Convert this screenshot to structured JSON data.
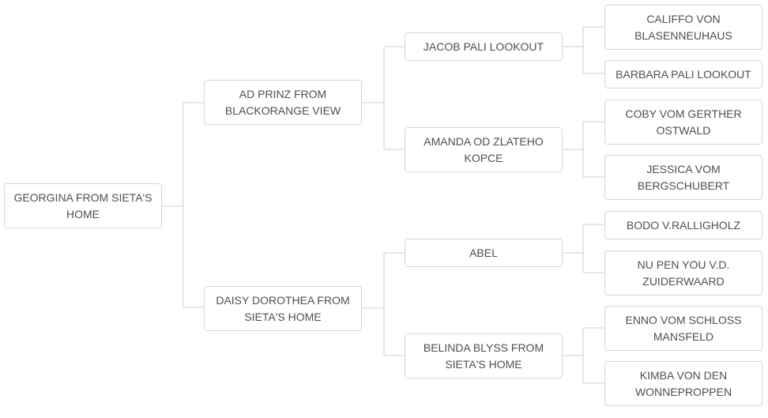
{
  "pedigree": {
    "subject": "GEORGINA FROM SIETA'S HOME",
    "sire": {
      "name": "AD PRINZ FROM BLACKORANGE VIEW",
      "sire": {
        "name": "JACOB PALI LOOKOUT",
        "sire": "CALIFFO VON BLASENNEUHAUS",
        "dam": "BARBARA PALI LOOKOUT"
      },
      "dam": {
        "name": "AMANDA OD ZLATEHO KOPCE",
        "sire": "COBY VOM GERTHER OSTWALD",
        "dam": "JESSICA VOM BERGSCHUBERT"
      }
    },
    "dam": {
      "name": "DAISY DOROTHEA FROM SIETA'S HOME",
      "sire": {
        "name": "ABEL",
        "sire": "BODO V.RALLIGHOLZ",
        "dam": "NU PEN YOU V.D. ZUIDERWAARD"
      },
      "dam": {
        "name": "BELINDA BLYSS FROM SIETA'S HOME",
        "sire": "ENNO VOM SCHLOSS MANSFELD",
        "dam": "KIMBA VON DEN WONNEPROPPEN"
      }
    }
  }
}
